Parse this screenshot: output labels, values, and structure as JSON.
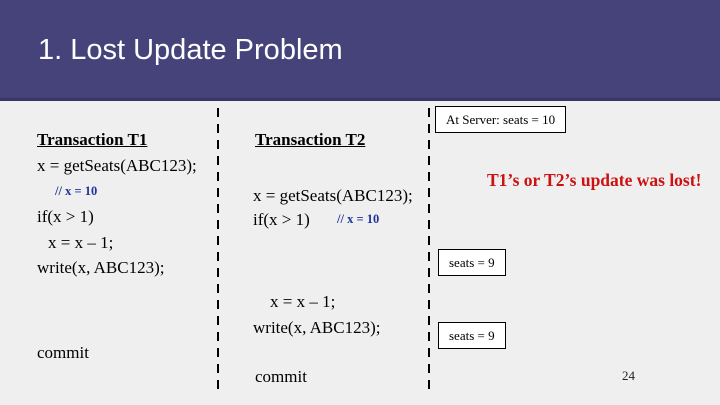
{
  "slide": {
    "title": "1. Lost Update Problem",
    "page_number": "24",
    "colors": {
      "band": "#46437A",
      "band_edge": "#393767",
      "background": "#EFEFEF",
      "comment_blue": "#1F3399",
      "alert_red": "#CC1111"
    }
  },
  "t1": {
    "header": "Transaction T1",
    "line1": "x = getSeats(ABC123);",
    "comment1": "// x = 10",
    "line2": "if(x > 1)",
    "line3": "x = x – 1;",
    "line4": "write(x, ABC123);",
    "commit": "commit"
  },
  "t2": {
    "header": "Transaction T2",
    "line1": "x = getSeats(ABC123);",
    "line2": "if(x > 1)",
    "comment1": "// x = 10",
    "line3": "x = x – 1;",
    "line4": "write(x, ABC123);",
    "commit": "commit"
  },
  "server": {
    "initial_state": "At Server: seats = 10",
    "alert": "T1’s or T2’s update was lost!",
    "state_after_t1_write": "seats = 9",
    "state_after_t2_write": "seats = 9"
  }
}
